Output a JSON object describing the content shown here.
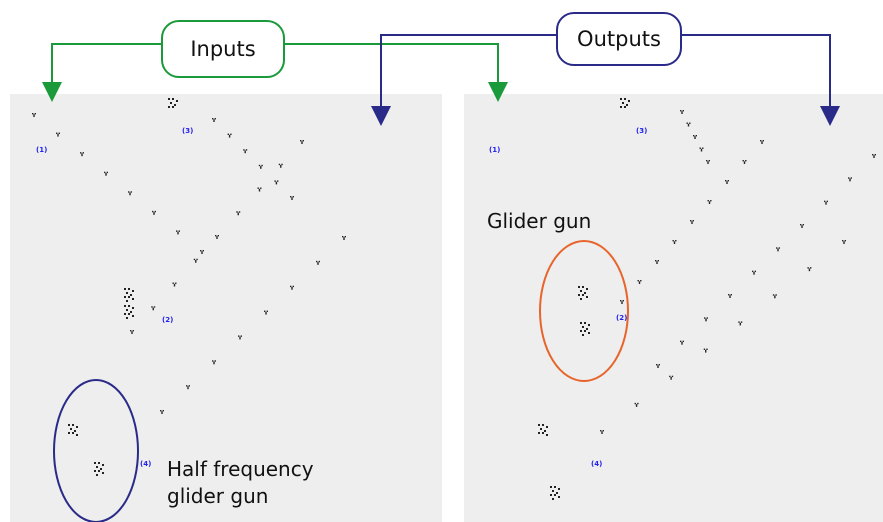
{
  "labels": {
    "inputs": "Inputs",
    "outputs": "Outputs",
    "glider_gun": "Glider gun",
    "half_frequency_line1": "Half frequency",
    "half_frequency_line2": "glider gun"
  },
  "markers": {
    "left": [
      "(1)",
      "(2)",
      "(3)",
      "(4)"
    ],
    "right": [
      "(1)",
      "(2)",
      "(3)",
      "(4)"
    ]
  },
  "colors": {
    "inputs_arrow": "#1a9a3a",
    "outputs_arrow": "#2a2a88",
    "glider_gun_ellipse": "#e8642a",
    "half_frequency_ellipse": "#2a2a88",
    "panel_background": "#eeeeee"
  }
}
